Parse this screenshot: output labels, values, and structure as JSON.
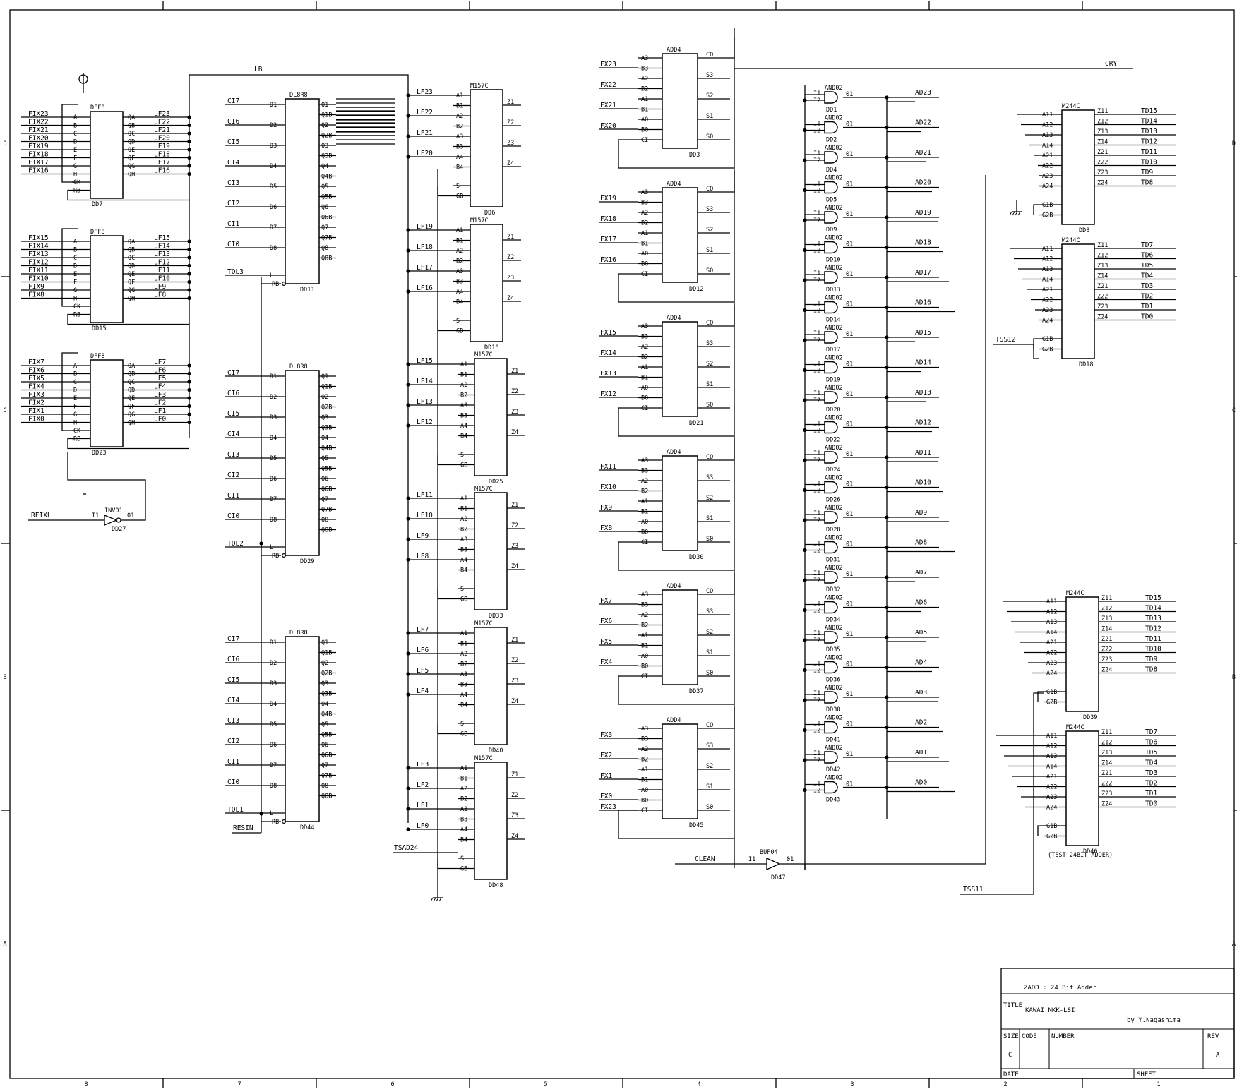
{
  "title_block": {
    "design": "ZADD : 24 Bit Adder",
    "title_label": "TITLE",
    "title": "KAWAI NKK-LSI",
    "author": "by Y.Nagashima",
    "size_label": "SIZE",
    "size": "C",
    "code_label": "CODE",
    "number_label": "NUMBER",
    "rev_label": "REV",
    "rev": "A",
    "date_label": "DATE",
    "sheet_label": "SHEET"
  },
  "border": {
    "columns": [
      "8",
      "7",
      "6",
      "5",
      "4",
      "3",
      "2",
      "1"
    ],
    "rows": [
      "D",
      "C",
      "B",
      "A"
    ]
  },
  "flipflops": [
    {
      "type": "DFF8",
      "ref": "DD7",
      "inputs": [
        "FIX23",
        "FIX22",
        "FIX21",
        "FIX20",
        "FIX19",
        "FIX18",
        "FIX17",
        "FIX16"
      ],
      "outputs": [
        "LF23",
        "LF22",
        "LF21",
        "LF20",
        "LF19",
        "LF18",
        "LF17",
        "LF16"
      ]
    },
    {
      "type": "DFF8",
      "ref": "DD15",
      "inputs": [
        "FIX15",
        "FIX14",
        "FIX13",
        "FIX12",
        "FIX11",
        "FIX10",
        "FIX9",
        "FIX8"
      ],
      "outputs": [
        "LF15",
        "LF14",
        "LF13",
        "LF12",
        "LF11",
        "LF10",
        "LF9",
        "LF8"
      ]
    },
    {
      "type": "DFF8",
      "ref": "DD23",
      "inputs": [
        "FIX7",
        "FIX6",
        "FIX5",
        "FIX4",
        "FIX3",
        "FIX2",
        "FIX1",
        "FIX0"
      ],
      "outputs": [
        "LF7",
        "LF6",
        "LF5",
        "LF4",
        "LF3",
        "LF2",
        "LF1",
        "LF0"
      ]
    }
  ],
  "dff_in_pins": [
    "A",
    "B",
    "C",
    "D",
    "E",
    "F",
    "G",
    "H",
    "CK",
    "RB"
  ],
  "dff_out_pins": [
    "QA",
    "QB",
    "QC",
    "QD",
    "QE",
    "QF",
    "QG",
    "QH"
  ],
  "inverter": {
    "type": "INV01",
    "ref": "DD27",
    "input": "RFIXL",
    "in_pin": "I1",
    "out_pin": "01"
  },
  "latches": [
    {
      "type": "DL8R8",
      "ref": "DD11",
      "tol": "TOL3",
      "reset": ""
    },
    {
      "type": "DL8R8",
      "ref": "DD29",
      "tol": "TOL2",
      "reset": ""
    },
    {
      "type": "DL8R8",
      "ref": "DD44",
      "tol": "TOL1",
      "reset": "RESIN"
    }
  ],
  "latch_in_signals": [
    "CI7",
    "CI6",
    "CI5",
    "CI4",
    "CI3",
    "CI2",
    "CI1",
    "CI0"
  ],
  "latch_in_pins": [
    "D1",
    "D2",
    "D3",
    "D4",
    "D5",
    "D6",
    "D7",
    "D8"
  ],
  "latch_out_pins": [
    "Q1",
    "Q1B",
    "Q2",
    "Q2B",
    "Q3",
    "Q3B",
    "Q4",
    "Q4B",
    "Q5",
    "Q5B",
    "Q6",
    "Q6B",
    "Q7",
    "Q7B",
    "Q8",
    "Q8B"
  ],
  "latch_ctrl_pins": [
    "L",
    "RB"
  ],
  "bus_label": "LB",
  "muxes": [
    {
      "type": "M157C",
      "ref": "DD6",
      "lf": [
        "LF23",
        "LF22",
        "LF21",
        "LF20"
      ]
    },
    {
      "type": "M157C",
      "ref": "DD16",
      "lf": [
        "LF19",
        "LF18",
        "LF17",
        "LF16"
      ]
    },
    {
      "type": "M157C",
      "ref": "DD25",
      "lf": [
        "LF15",
        "LF14",
        "LF13",
        "LF12"
      ]
    },
    {
      "type": "M157C",
      "ref": "DD33",
      "lf": [
        "LF11",
        "LF10",
        "LF9",
        "LF8"
      ]
    },
    {
      "type": "M157C",
      "ref": "DD40",
      "lf": [
        "LF7",
        "LF6",
        "LF5",
        "LF4"
      ]
    },
    {
      "type": "M157C",
      "ref": "DD48",
      "lf": [
        "LF3",
        "LF2",
        "LF1",
        "LF0"
      ]
    }
  ],
  "mux_in_pins": [
    "A1",
    "B1",
    "A2",
    "B2",
    "A3",
    "B3",
    "A4",
    "B4",
    "S",
    "GB"
  ],
  "mux_out_pins": [
    "Z1",
    "Z2",
    "Z3",
    "Z4"
  ],
  "tsad": "TSAD24",
  "adders": [
    {
      "type": "ADD4",
      "ref": "DD3",
      "fx": [
        "FX23",
        "FX22",
        "FX21",
        "FX20"
      ],
      "ci": ""
    },
    {
      "type": "ADD4",
      "ref": "DD12",
      "fx": [
        "FX19",
        "FX18",
        "FX17",
        "FX16"
      ],
      "ci": ""
    },
    {
      "type": "ADD4",
      "ref": "DD21",
      "fx": [
        "FX15",
        "FX14",
        "FX13",
        "FX12"
      ],
      "ci": ""
    },
    {
      "type": "ADD4",
      "ref": "DD30",
      "fx": [
        "FX11",
        "FX10",
        "FX9",
        "FX8"
      ],
      "ci": ""
    },
    {
      "type": "ADD4",
      "ref": "DD37",
      "fx": [
        "FX7",
        "FX6",
        "FX5",
        "FX4"
      ],
      "ci": ""
    },
    {
      "type": "ADD4",
      "ref": "DD45",
      "fx": [
        "FX3",
        "FX2",
        "FX1",
        "FX0"
      ],
      "ci": "FX23"
    }
  ],
  "adder_in_pins": [
    "A3",
    "B3",
    "A2",
    "B2",
    "A1",
    "B1",
    "A0",
    "B0",
    "CI"
  ],
  "adder_out_pins": [
    "CO",
    "S3",
    "S2",
    "S1",
    "S0"
  ],
  "carry_label": "CRY",
  "and_type": "AND02",
  "and_pins": [
    "I1",
    "I2",
    "01"
  ],
  "and_gates": [
    {
      "ref": "DD1",
      "out": "AD23"
    },
    {
      "ref": "DD2",
      "out": "AD22"
    },
    {
      "ref": "DD4",
      "out": "AD21"
    },
    {
      "ref": "DD5",
      "out": "AD20"
    },
    {
      "ref": "DD9",
      "out": "AD19"
    },
    {
      "ref": "DD10",
      "out": "AD18"
    },
    {
      "ref": "DD13",
      "out": "AD17"
    },
    {
      "ref": "DD14",
      "out": "AD16"
    },
    {
      "ref": "DD17",
      "out": "AD15"
    },
    {
      "ref": "DD19",
      "out": "AD14"
    },
    {
      "ref": "DD20",
      "out": "AD13"
    },
    {
      "ref": "DD22",
      "out": "AD12"
    },
    {
      "ref": "DD24",
      "out": "AD11"
    },
    {
      "ref": "DD26",
      "out": "AD10"
    },
    {
      "ref": "DD28",
      "out": "AD9"
    },
    {
      "ref": "DD31",
      "out": "AD8"
    },
    {
      "ref": "DD32",
      "out": "AD7"
    },
    {
      "ref": "DD34",
      "out": "AD6"
    },
    {
      "ref": "DD35",
      "out": "AD5"
    },
    {
      "ref": "DD36",
      "out": "AD4"
    },
    {
      "ref": "DD38",
      "out": "AD3"
    },
    {
      "ref": "DD41",
      "out": "AD2"
    },
    {
      "ref": "DD42",
      "out": "AD1"
    },
    {
      "ref": "DD43",
      "out": "AD0"
    }
  ],
  "buffer": {
    "type": "BUF04",
    "ref": "DD47",
    "input": "CLEAN",
    "in_pin": "I1",
    "out_pin": "01"
  },
  "selectors": [
    {
      "type": "M244C",
      "ref": "DD8",
      "outs": [
        "TD15",
        "TD14",
        "TD13",
        "TD12",
        "TD11",
        "TD10",
        "TD9",
        "TD8"
      ]
    },
    {
      "type": "M244C",
      "ref": "DD18",
      "outs": [
        "TD7",
        "TD6",
        "TD5",
        "TD4",
        "TD3",
        "TD2",
        "TD1",
        "TD0"
      ]
    },
    {
      "type": "M244C",
      "ref": "DD39",
      "outs": [
        "TD15",
        "TD14",
        "TD13",
        "TD12",
        "TD11",
        "TD10",
        "TD9",
        "TD8"
      ]
    },
    {
      "type": "M244C",
      "ref": "DD46",
      "outs": [
        "TD7",
        "TD6",
        "TD5",
        "TD4",
        "TD3",
        "TD2",
        "TD1",
        "TD0"
      ]
    }
  ],
  "sel_in_pins": [
    "A11",
    "A12",
    "A13",
    "A14",
    "A21",
    "A22",
    "A23",
    "A24",
    "G1B",
    "G2B"
  ],
  "sel_out_pins": [
    "Z11",
    "Z12",
    "Z13",
    "Z14",
    "Z21",
    "Z22",
    "Z23",
    "Z24"
  ],
  "test_signals": [
    "TSS12",
    "TSS11"
  ],
  "dd46_note": "(TEST 24BIT ADDER)"
}
